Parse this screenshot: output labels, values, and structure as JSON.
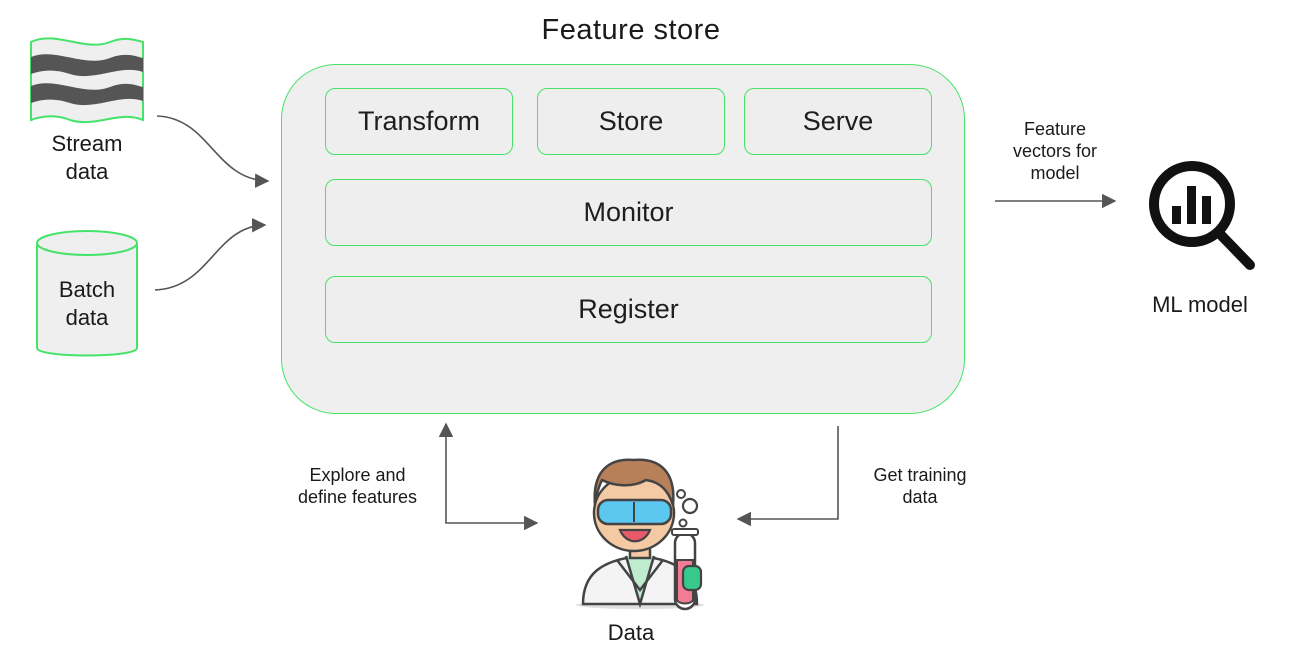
{
  "title": "Feature store",
  "modules": {
    "transform": "Transform",
    "store": "Store",
    "serve": "Serve",
    "monitor": "Monitor",
    "register": "Register"
  },
  "inputs": {
    "stream_line1": "Stream",
    "stream_line2": "data",
    "batch_line1": "Batch",
    "batch_line2": "data"
  },
  "output": {
    "arrow_line1": "Feature",
    "arrow_line2": "vectors for",
    "arrow_line3": "model",
    "model_label": "ML model"
  },
  "bottom": {
    "explore_line1": "Explore and",
    "explore_line2": "define features",
    "training_line1": "Get training",
    "training_line2": "data",
    "person_label": "Data"
  },
  "icons": {
    "stream": "stream-data-icon",
    "batch": "database-cylinder-icon",
    "model": "magnifier-chart-icon",
    "person": "data-scientist-icon"
  },
  "colors": {
    "accent": "#46e36a",
    "box_fill": "#efefef",
    "arrow": "#555555"
  }
}
